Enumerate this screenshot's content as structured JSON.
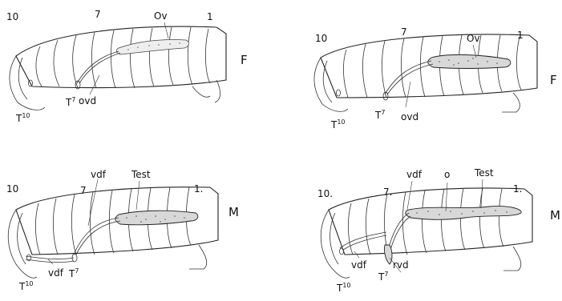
{
  "panels": [
    {
      "id": "top-left",
      "sex": "F",
      "segments": {
        "posterior": "10",
        "mid": "7",
        "anterior": "1"
      },
      "labels": {
        "gonad": "Ov",
        "duct": "ovd"
      },
      "terminal": {
        "t10": {
          "base": "T",
          "sup": "10"
        },
        "t7": {
          "base": "T",
          "sup": "7"
        }
      }
    },
    {
      "id": "top-right",
      "sex": "F",
      "segments": {
        "posterior": "10",
        "mid": "7",
        "anterior": "1"
      },
      "labels": {
        "gonad": "Ov",
        "duct": "ovd"
      },
      "terminal": {
        "t10": {
          "base": "T",
          "sup": "10"
        },
        "t7": {
          "base": "T",
          "sup": "7"
        }
      }
    },
    {
      "id": "bottom-left",
      "sex": "M",
      "segments": {
        "posterior": "10",
        "mid": "7",
        "anterior": "1."
      },
      "labels": {
        "vdf_top": "vdf",
        "gonad": "Test",
        "vdf_bottom": "vdf"
      },
      "terminal": {
        "t10": {
          "base": "T",
          "sup": "10"
        },
        "t7": {
          "base": "T",
          "sup": "7"
        }
      }
    },
    {
      "id": "bottom-right",
      "sex": "M",
      "segments": {
        "posterior": "10.",
        "mid": "7.",
        "anterior": "1."
      },
      "labels": {
        "vdf_top": "vdf",
        "o": "o",
        "gonad": "Test",
        "vdf_bottom": "vdf",
        "rvd": "rvd"
      },
      "terminal": {
        "t10": {
          "base": "T",
          "sup": "10"
        },
        "t7": {
          "base": "T",
          "sup": "7"
        }
      }
    }
  ]
}
